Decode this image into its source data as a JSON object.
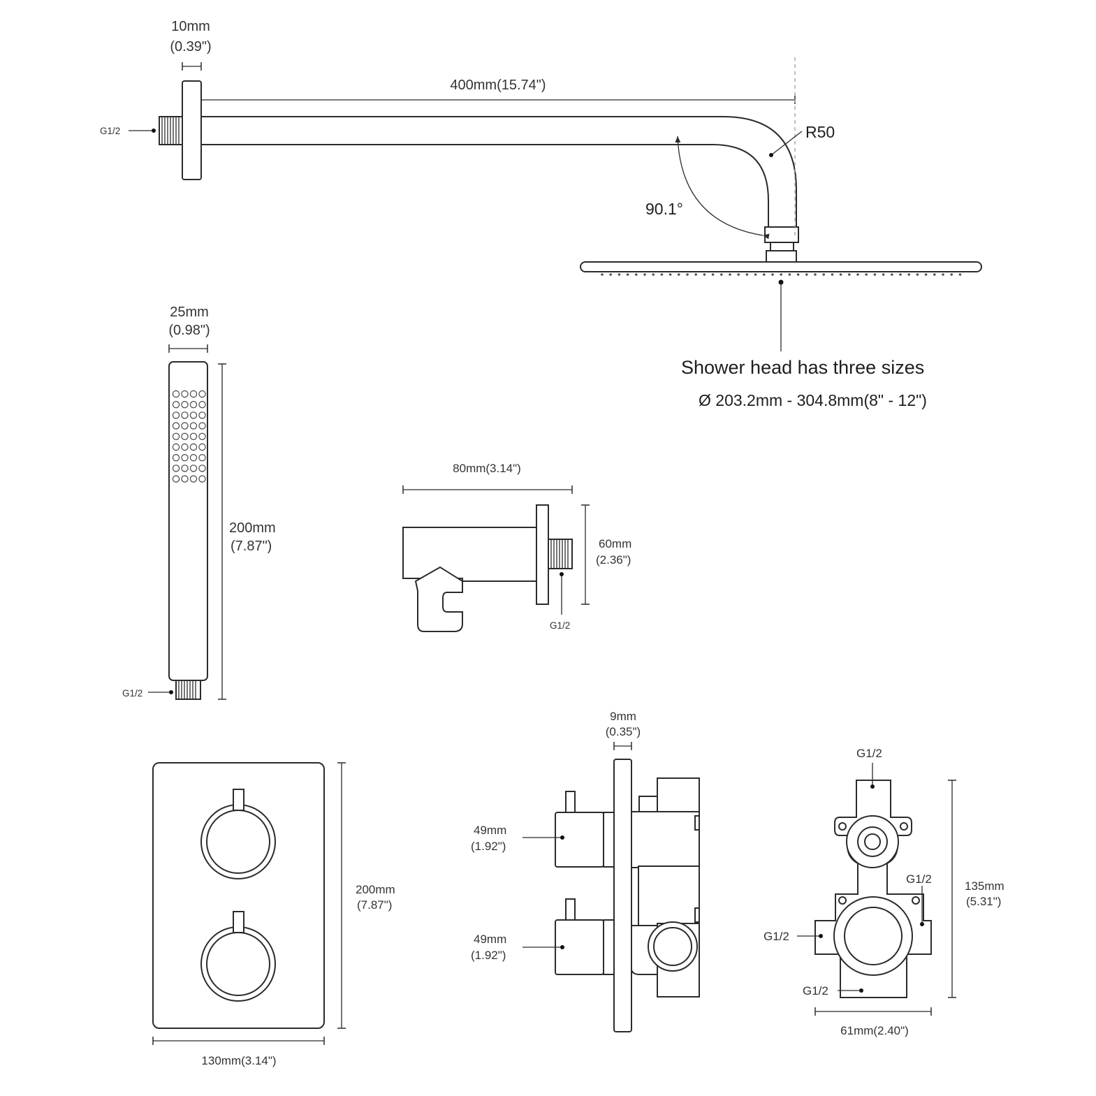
{
  "arm": {
    "flange_thickness": "10mm",
    "flange_thickness_in": "(0.39\")",
    "length": "400mm(15.74\")",
    "thread": "G1/2",
    "radius": "R50",
    "angle": "90.1°"
  },
  "shower_head": {
    "note": "Shower head has three sizes",
    "sizes": "Ø 203.2mm - 304.8mm(8\" - 12\")"
  },
  "hand_shower": {
    "width": "25mm",
    "width_in": "(0.98\")",
    "length": "200mm",
    "length_in": "(7.87\")",
    "thread": "G1/2"
  },
  "wall_outlet": {
    "length": "80mm(3.14\")",
    "height": "60mm",
    "height_in": "(2.36\")",
    "thread": "G1/2"
  },
  "trim_plate": {
    "height": "200mm",
    "height_in": "(7.87\")",
    "width": "130mm(3.14\")"
  },
  "valve_side": {
    "plate_thickness": "9mm",
    "plate_thickness_in": "(0.35\")",
    "handle_top": "49mm",
    "handle_top_in": "(1.92\")",
    "handle_bottom": "49mm",
    "handle_bottom_in": "(1.92\")"
  },
  "valve_body": {
    "port_top": "G1/2",
    "port_right": "G1/2",
    "port_left": "G1/2",
    "port_bottom": "G1/2",
    "height": "135mm",
    "height_in": "(5.31\")",
    "width": "61mm(2.40\")"
  }
}
